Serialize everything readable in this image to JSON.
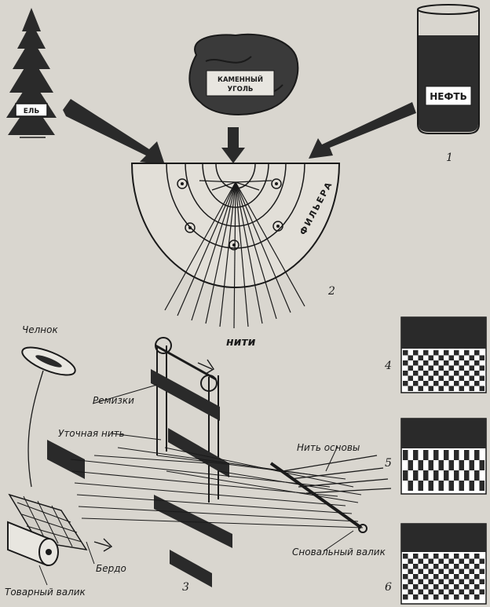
{
  "labels": {
    "spruce": "ЕЛЬ",
    "coal": [
      "КАМЕННЫЙ",
      "УГОЛЬ"
    ],
    "oil": "НЕФТЬ",
    "spinneret": "ФИЛЬЕРА",
    "threads": "нити",
    "shuttle": "Челнок",
    "heddles": "Ремизки",
    "weft_thread": "Уточная нить",
    "warp_thread": "Нить основы",
    "warp_beam": "Сновальный валик",
    "reed": "Бердо",
    "cloth_beam": "Товарный валик"
  },
  "figure_numbers": [
    "1",
    "2",
    "3",
    "4",
    "5",
    "6"
  ],
  "colors": {
    "ink": "#1a1a1a",
    "paper": "#d9d6cf",
    "cloth_dark": "#2a2a2a"
  }
}
